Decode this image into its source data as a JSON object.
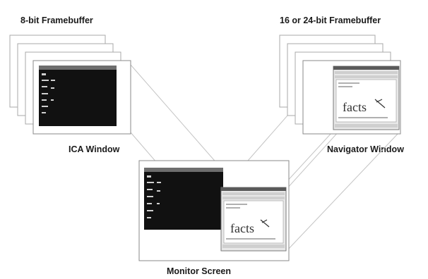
{
  "labels": {
    "fb8": "8-bit Framebuffer",
    "fb16": "16 or 24-bit Framebuffer",
    "ica": "ICA Window",
    "navigator": "Navigator Window",
    "monitor": "Monitor Screen"
  },
  "logo_text": "facts",
  "colors": {
    "terminal_bg": "#111111",
    "window_titlebar": "#5a5a5a",
    "connector": "#c4c4c4"
  }
}
